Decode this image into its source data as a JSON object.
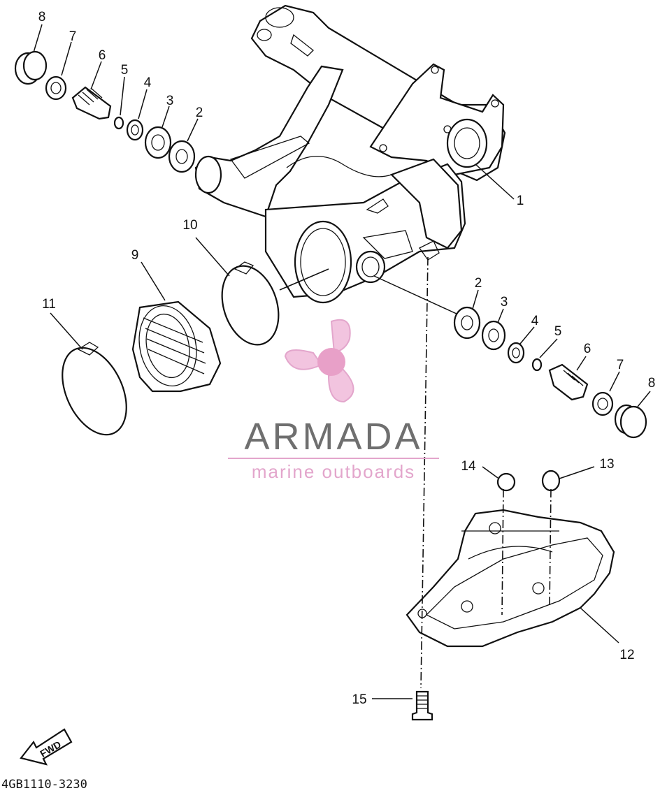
{
  "diagram": {
    "callouts": [
      {
        "id": "c1",
        "text": "1"
      },
      {
        "id": "c2a",
        "text": "2"
      },
      {
        "id": "c3a",
        "text": "3"
      },
      {
        "id": "c4a",
        "text": "4"
      },
      {
        "id": "c5a",
        "text": "5"
      },
      {
        "id": "c6a",
        "text": "6"
      },
      {
        "id": "c7a",
        "text": "7"
      },
      {
        "id": "c8a",
        "text": "8"
      },
      {
        "id": "c2b",
        "text": "2"
      },
      {
        "id": "c3b",
        "text": "3"
      },
      {
        "id": "c4b",
        "text": "4"
      },
      {
        "id": "c5b",
        "text": "5"
      },
      {
        "id": "c6b",
        "text": "6"
      },
      {
        "id": "c7b",
        "text": "7"
      },
      {
        "id": "c8b",
        "text": "8"
      },
      {
        "id": "c9",
        "text": "9"
      },
      {
        "id": "c10",
        "text": "10"
      },
      {
        "id": "c11",
        "text": "11"
      },
      {
        "id": "c12",
        "text": "12"
      },
      {
        "id": "c13",
        "text": "13"
      },
      {
        "id": "c14",
        "text": "14"
      },
      {
        "id": "c15",
        "text": "15"
      }
    ],
    "fwd_arrow_label": "FWD",
    "drawing_code": "4GB1110-3230"
  },
  "watermark": {
    "brand": "ARMADA",
    "tagline": "marine outboards",
    "colors": {
      "brand": "#6f6f6f",
      "accent": "#e3a6cc",
      "hub": "#e8a0c8"
    }
  }
}
